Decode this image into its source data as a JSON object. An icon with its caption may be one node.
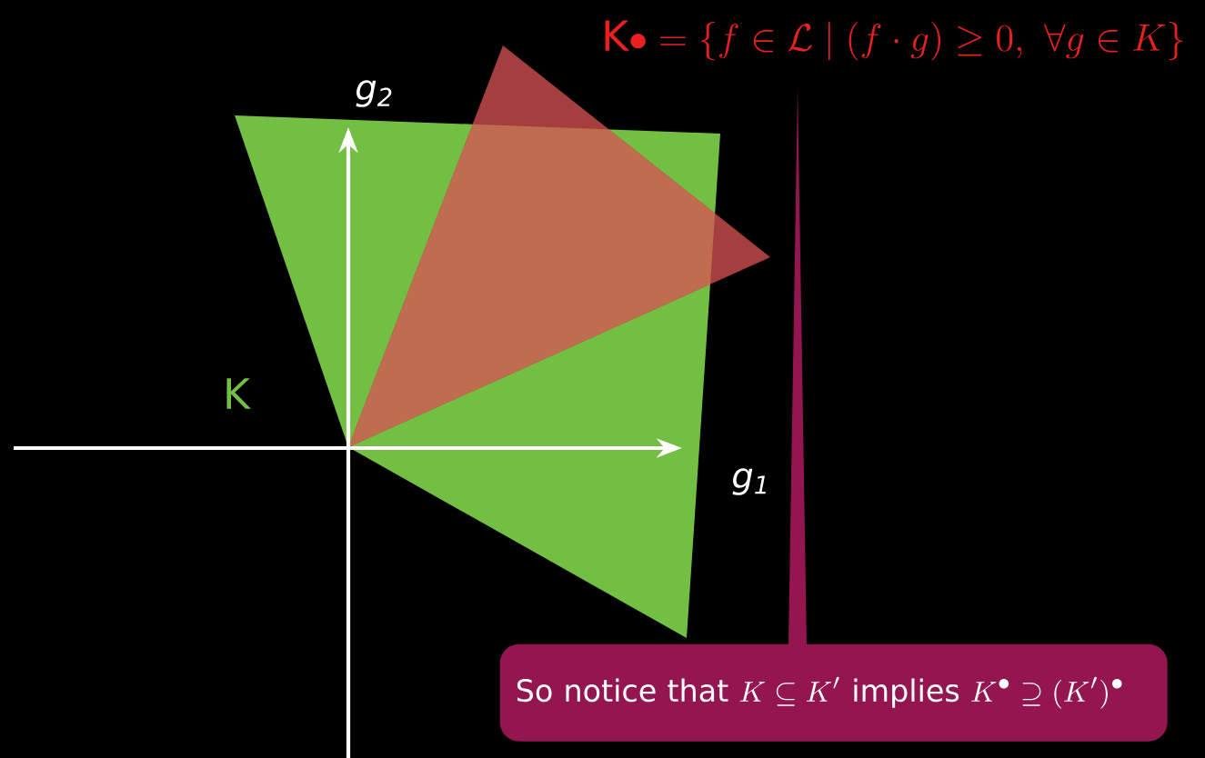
{
  "diagram": {
    "title": "\\text{K}\\bullet = \\{f \\in \\mathcal{L} \\mid (f \\cdot g) \\geq 0,\\ \\forall g \\in K\\}",
    "nodes": [
      {
        "text": [
          "\\text{So notice that } K \\subseteq K' \\text{ implies } K^{\\bullet} \\supseteq (K')^{\\bullet}"
        ]
      }
    ],
    "labels": [
      "g$_{2}$",
      "K",
      "g$_{1}$"
    ]
  }
}
